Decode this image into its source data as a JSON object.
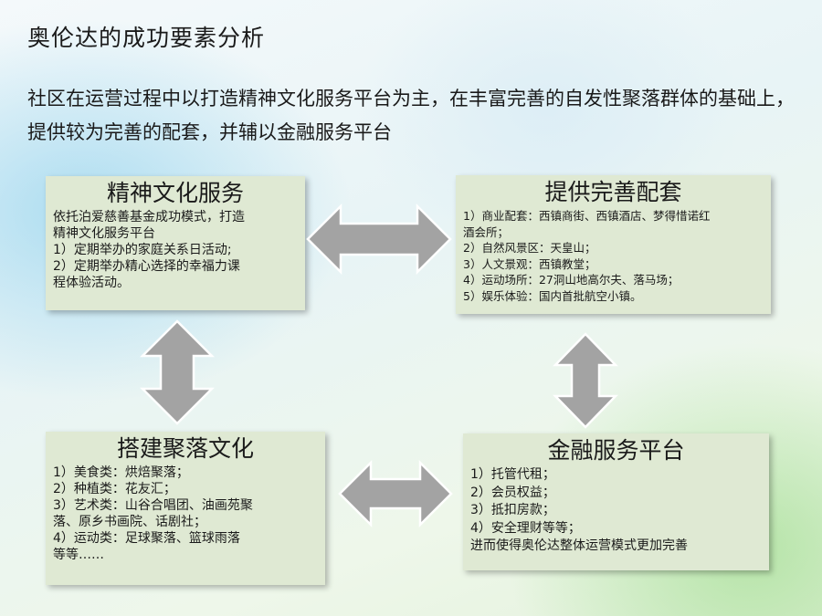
{
  "slide": {
    "title": "奥伦达的成功要素分析",
    "intro": "社区在运营过程中以打造精神文化服务平台为主，在丰富完善的自发性聚落群体的基础上，提供较为完善的配套，并辅以金融服务平台"
  },
  "boxes": {
    "spiritual": {
      "heading": "精神文化服务",
      "lines": [
        "依托泊爱慈善基金成功模式，打造",
        "精神文化服务平台",
        "1）定期举办的家庭关系日活动;",
        "2）定期举办精心选择的幸福力课",
        "程体验活动。"
      ]
    },
    "facilities": {
      "heading": "提供完善配套",
      "lines": [
        "1）商业配套：西镇商街、西镇酒店、梦得惜诺红",
        "酒会所；",
        "2）自然风景区：天皇山；",
        "3）人文景观：西镇教堂；",
        "4）运动场所：27洞山地高尔夫、落马场；",
        "5）娱乐体验：国内首批航空小镇。"
      ]
    },
    "community": {
      "heading": "搭建聚落文化",
      "lines": [
        "1）美食类：烘焙聚落；",
        "2）种植类：花友汇；",
        "3）艺术类：山谷合唱团、油画苑聚",
        "落、原乡书画院、话剧社；",
        "4）运动类：足球聚落、篮球雨落",
        "等等……"
      ]
    },
    "finance": {
      "heading": "金融服务平台",
      "lines": [
        "1）托管代租；",
        "2）会员权益；",
        "3）抵扣房款；",
        "4）安全理财等等；",
        "进而使得奥伦达整体运营模式更加完善"
      ]
    }
  },
  "colors": {
    "box_fill": "#dfe9d3",
    "arrow_fill": "#a3a3a3",
    "arrow_stroke": "#ffffff"
  }
}
